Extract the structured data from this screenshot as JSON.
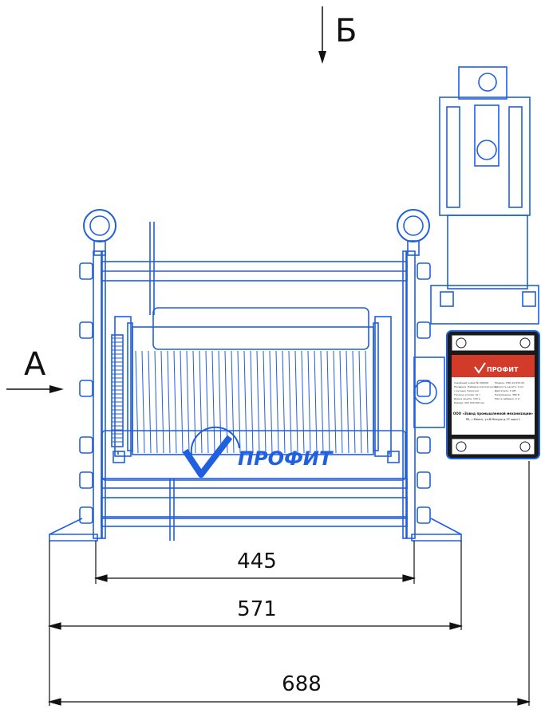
{
  "view_labels": {
    "view_a": "А",
    "view_b": "Б"
  },
  "dimensions": {
    "inner": "445",
    "middle": "571",
    "outer": "688"
  },
  "brand": {
    "name": "ПРОФИТ"
  },
  "nameplate": {
    "brand": "ПРОФИТ",
    "left_fields": [
      "Серийный номер № 000000",
      "Название: Лебёдка электрическая",
      "с ручным тормозом",
      "Тяговое усилие: 10 т",
      "Длина каната: 150 м",
      "Размер: 000 000 000 мм"
    ],
    "right_fields": [
      "Модель: ЛЭК-10/150-00",
      "Скорость каната: 0 м/с",
      "Двигатель: 0 кВт",
      "Напряжение: 380 В",
      "Масса лебёдки: 0 кг"
    ],
    "company": "ООО «Завод промышленной механизации»",
    "address": "РБ, г.Минск, ул.В.Мазуро д.37 корп.1"
  },
  "colors": {
    "line": "#1f5fe0",
    "dim": "#111111",
    "plate_bg": "#1a1a1a",
    "plate_red": "#d23a2a"
  }
}
